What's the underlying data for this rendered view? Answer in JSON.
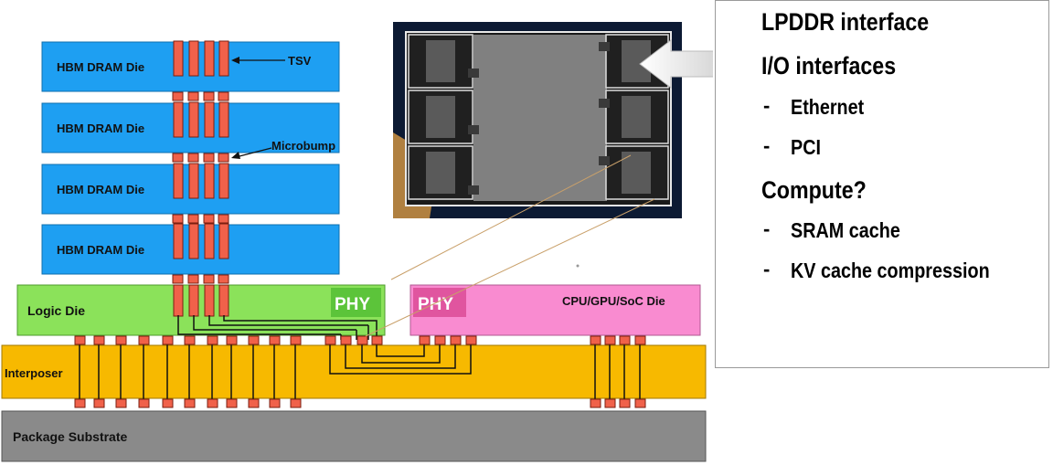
{
  "diagram": {
    "hbm_labels": [
      "HBM DRAM Die",
      "HBM DRAM Die",
      "HBM DRAM Die",
      "HBM DRAM Die"
    ],
    "tsv_label": "TSV",
    "microbump_label": "Microbump",
    "logic_die_label": "Logic Die",
    "logic_phy_label": "PHY",
    "soc_phy_label": "PHY",
    "soc_label": "CPU/GPU/SoC Die",
    "interposer_label": "Interposer",
    "substrate_label": "Package Substrate"
  },
  "notes": {
    "items": [
      {
        "text": "LPDDR interface",
        "level": 0
      },
      {
        "text": "I/O interfaces",
        "level": 0
      },
      {
        "text": "Ethernet",
        "level": 1
      },
      {
        "text": "PCI",
        "level": 1
      },
      {
        "text": "Compute?",
        "level": 0
      },
      {
        "text": "SRAM cache",
        "level": 1
      },
      {
        "text": "KV cache compression",
        "level": 1
      }
    ],
    "bullet": "-"
  },
  "colors": {
    "hbm": "#1e9ff2",
    "logic": "#8be25a",
    "phy_green": "#5cc43a",
    "soc": "#f98bd0",
    "phy_pink": "#e0559f",
    "interposer": "#f7b900",
    "substrate": "#8a8a8a",
    "tsv": "#f0614a"
  }
}
